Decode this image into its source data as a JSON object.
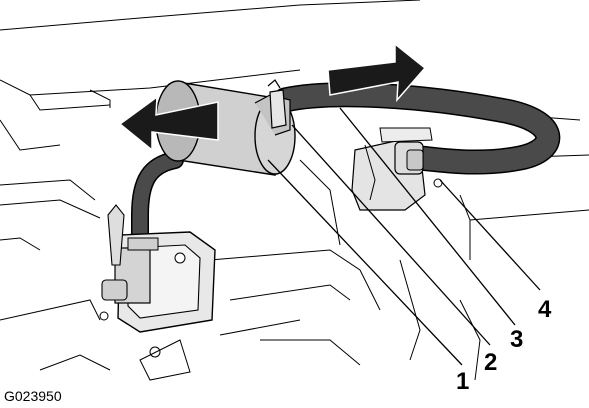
{
  "figure": {
    "id_label": "G023950"
  },
  "callouts": [
    {
      "number": "1"
    },
    {
      "number": "2"
    },
    {
      "number": "3"
    },
    {
      "number": "4"
    }
  ],
  "colors": {
    "line": "#000000",
    "hose": "#4a4a4a",
    "hose_shadow": "#2e2e2e",
    "filter": "#d0d0d0",
    "filter_shade": "#b8b8b8",
    "bracket": "#e4e4e4",
    "arrow": "#1a1a1a"
  }
}
